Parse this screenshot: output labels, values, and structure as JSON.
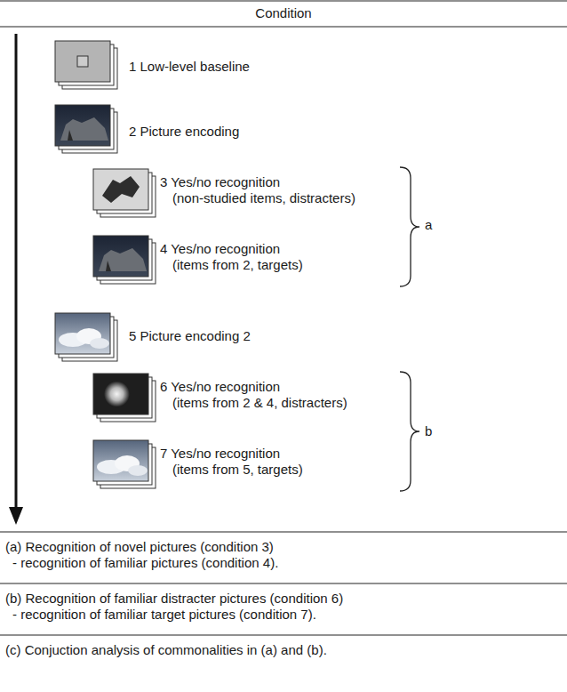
{
  "diagram": {
    "title": "Condition",
    "labels": [
      "1 Low-level baseline",
      "2 Picture encoding",
      "3 Yes/no recognition (non-studied items, distracters)",
      "4 Yes/no recognition (items from 2, targets)",
      "a",
      "5 Picture encoding 2",
      "6 Yes/no recognition (items from 2 & 4, distracters)",
      "7 Yes/no recognition (items from 5, targets)",
      "b",
      "(a) Recognition of novel pictures (condition 3) - recognition of familiar pictures (condition 4).",
      "(b) Recognition of familiar distracter pictures (condition 6) - recognition of familiar target pictures (condition 7).",
      "(c) Conjuction analysis of commonalities in (a) and (b)."
    ]
  }
}
